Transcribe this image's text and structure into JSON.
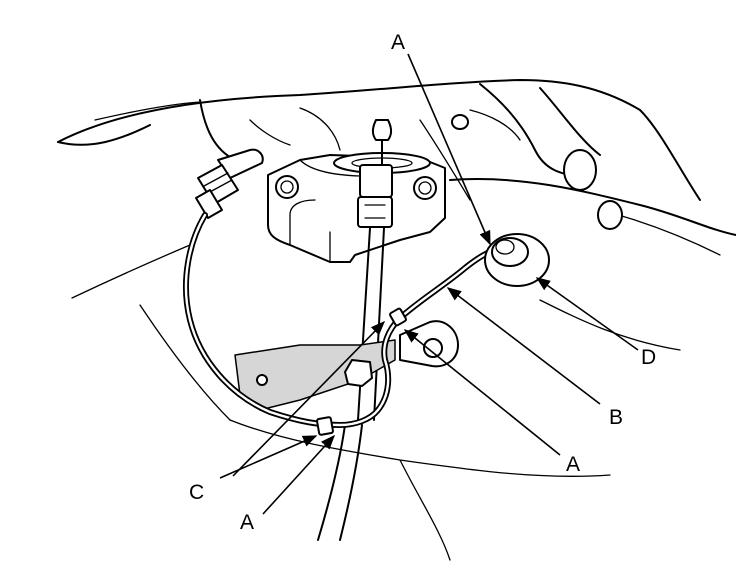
{
  "callouts": {
    "a_top": "A",
    "a_right": "A",
    "a_bottom": "A",
    "b": "B",
    "c": "C",
    "d": "D"
  }
}
